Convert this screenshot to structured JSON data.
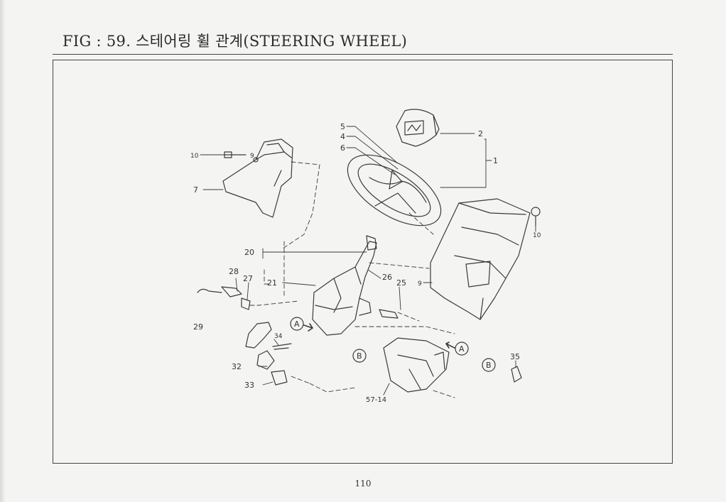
{
  "title": "FIG : 59. 스테어링 휠 관계(STEERING WHEEL)",
  "page_number": "110",
  "callouts": {
    "c1": "1",
    "c2": "2",
    "c4": "4",
    "c5": "5",
    "c6": "6",
    "c7": "7",
    "c9": "9",
    "c10a": "10",
    "c10b": "10",
    "c20": "20",
    "c21": "21",
    "c25": "25",
    "c26": "26",
    "c27": "27",
    "c28": "28",
    "c29": "29",
    "c32": "32",
    "c33": "33",
    "c34": "34",
    "c35": "35",
    "c57": "57-14"
  },
  "markers": {
    "a1": "A",
    "a2": "A",
    "b1": "B",
    "b2": "B"
  }
}
